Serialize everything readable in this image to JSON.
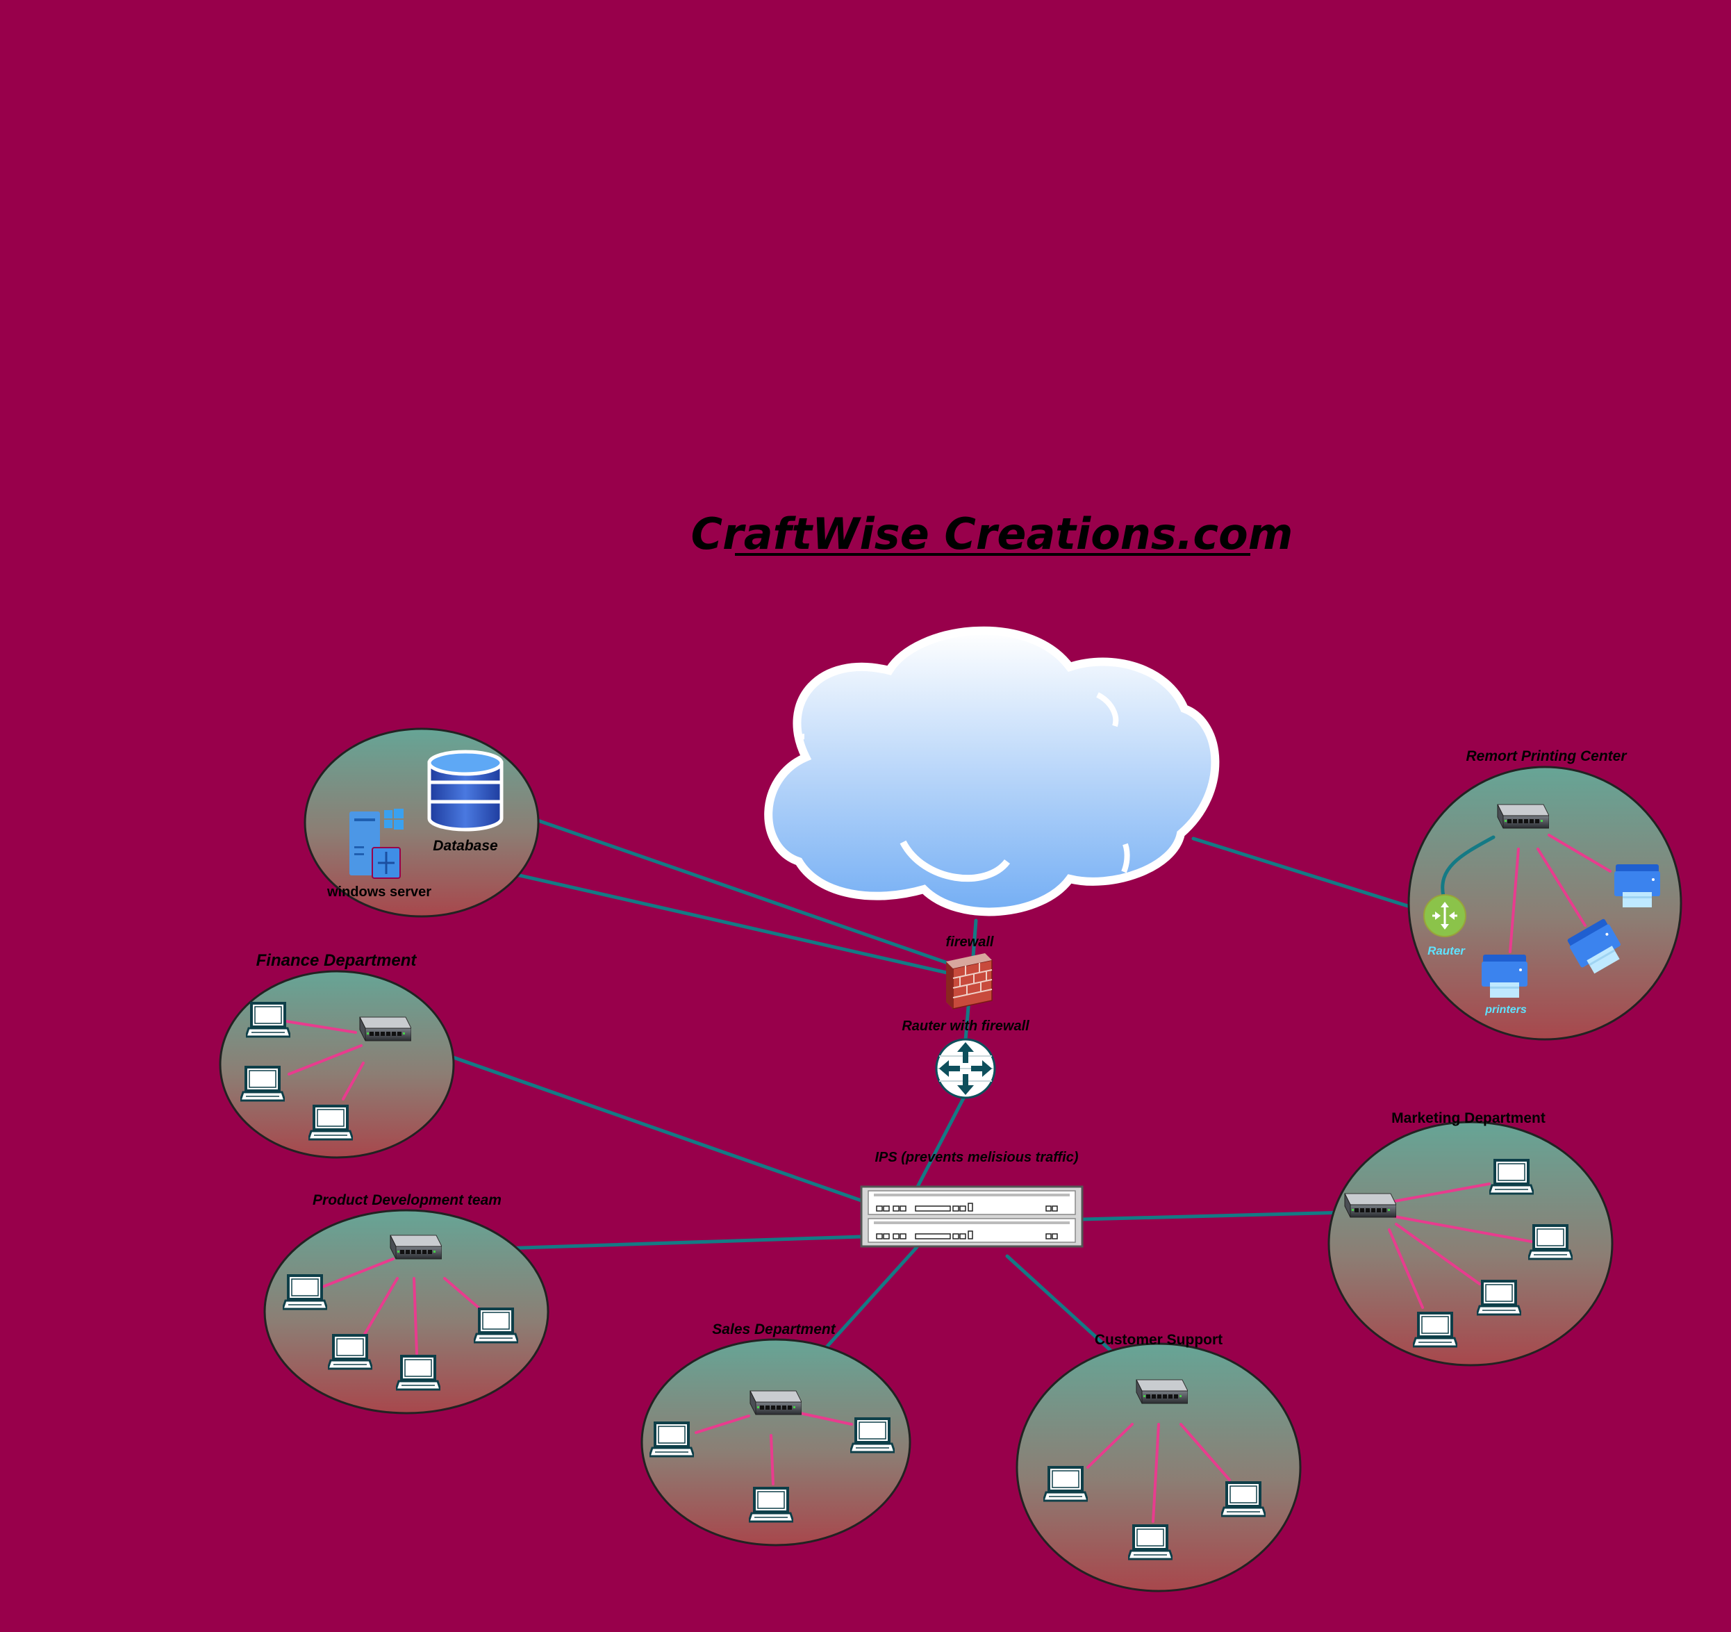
{
  "title": "CraftWise Creations.com",
  "labels": {
    "database": "Database",
    "windows_server": "windows server",
    "finance": "Finance Department",
    "product_dev": "Product Development team",
    "sales": "Sales Department",
    "customer_support": "Customer Support",
    "marketing": "Marketing Department",
    "remote_printing": "Remort Printing Center",
    "router": "Rauter",
    "printers": "printers",
    "firewall": "firewall",
    "router_firewall": "Rauter with firewall",
    "ips": "IPS (prevents melisious traffic)"
  },
  "colors": {
    "background": "#98004b",
    "backbone_link": "#147a85",
    "lan_link": "#e83c8e",
    "cluster_top": "#66a596",
    "cluster_bottom": "#a8474c"
  },
  "icons": [
    "cloud-icon",
    "firewall-icon",
    "router-firewall-icon",
    "ips-appliance-icon",
    "switch-icon",
    "laptop-icon",
    "database-icon",
    "windows-server-icon",
    "router-icon",
    "printer-icon"
  ]
}
